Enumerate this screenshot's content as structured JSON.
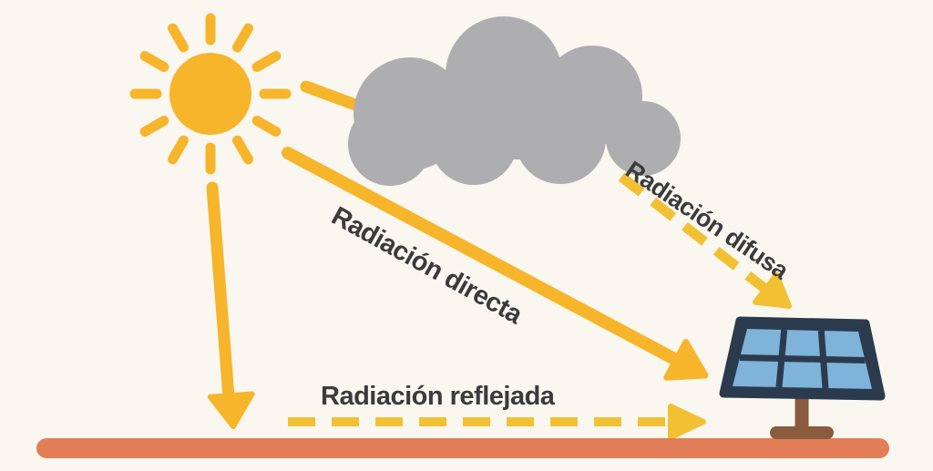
{
  "diagram": {
    "topic": "solar-radiation-types",
    "labels": {
      "direct": "Radiación directa",
      "diffuse": "Radiación difusa",
      "reflected": "Radiación reflejada"
    },
    "elements": [
      "sun",
      "cloud",
      "solar-panel",
      "ground"
    ],
    "arrow_styles": {
      "direct": "solid",
      "diffuse": "dashed",
      "reflected": "dashed"
    }
  },
  "colors": {
    "background": "#FAF7F1",
    "sun": "#F7B52B",
    "arrow": "#F7B52B",
    "dash": "#F2C133",
    "cloud": "#AEAEB0",
    "ground": "#E27E57",
    "panel_frame": "#2B3B4D",
    "panel_cell": "#7FB3D9",
    "panel_stand": "#8A5B3C",
    "text": "#3B3B3B"
  }
}
